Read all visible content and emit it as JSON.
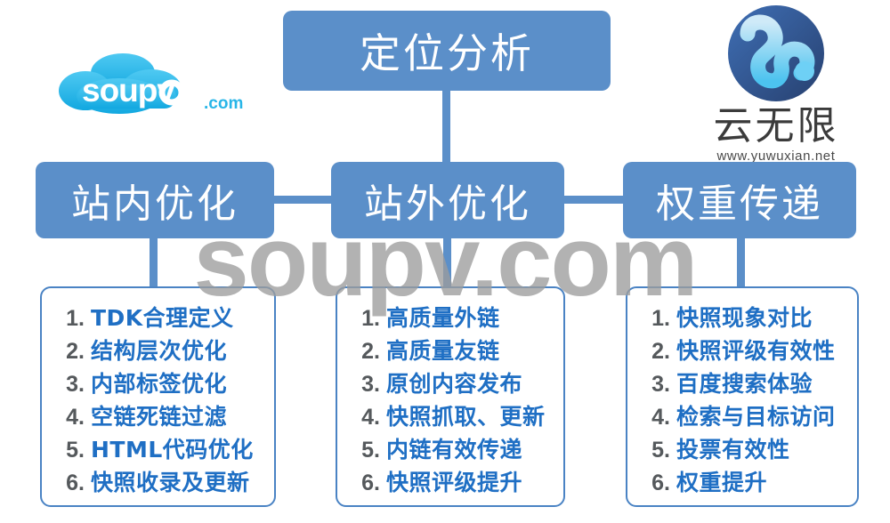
{
  "colors": {
    "node_blue": "#5b8fc9",
    "panel_border": "#4a83c4",
    "item_text": "#1f6fc4",
    "item_number": "#55595c",
    "watermark": "#9d9d9d",
    "logo_left_cyan": "#29b6e8",
    "logo_right_dark": "#2e5a9e"
  },
  "logo_left": {
    "name": "soupv-logo",
    "wordmark": "soupv",
    "suffix": ".com"
  },
  "logo_right": {
    "name": "yuwuxian-logo",
    "cn_name": "云无限",
    "url": "www.yuwuxian.net"
  },
  "diagram": {
    "root": {
      "label": "定位分析"
    },
    "branches": [
      {
        "id": "inner",
        "label": "站内优化"
      },
      {
        "id": "outer",
        "label": "站外优化"
      },
      {
        "id": "weight",
        "label": "权重传递"
      }
    ],
    "lists": {
      "inner": [
        {
          "num": "1.",
          "text": "TDK合理定义"
        },
        {
          "num": "2.",
          "text": "结构层次优化"
        },
        {
          "num": "3.",
          "text": "内部标签优化"
        },
        {
          "num": "4.",
          "text": "空链死链过滤"
        },
        {
          "num": "5.",
          "text": "HTML代码优化"
        },
        {
          "num": "6.",
          "text": "快照收录及更新"
        }
      ],
      "outer": [
        {
          "num": "1.",
          "text": "高质量外链"
        },
        {
          "num": "2.",
          "text": "高质量友链"
        },
        {
          "num": "3.",
          "text": "原创内容发布"
        },
        {
          "num": "4.",
          "text": "快照抓取、更新"
        },
        {
          "num": "5.",
          "text": "内链有效传递"
        },
        {
          "num": "6.",
          "text": "快照评级提升"
        }
      ],
      "weight": [
        {
          "num": "1.",
          "text": "快照现象对比"
        },
        {
          "num": "2.",
          "text": "快照评级有效性"
        },
        {
          "num": "3.",
          "text": "百度搜索体验"
        },
        {
          "num": "4.",
          "text": "检索与目标访问"
        },
        {
          "num": "5.",
          "text": "投票有效性"
        },
        {
          "num": "6.",
          "text": "权重提升"
        }
      ]
    }
  },
  "watermark": {
    "text": "soupv.com"
  }
}
